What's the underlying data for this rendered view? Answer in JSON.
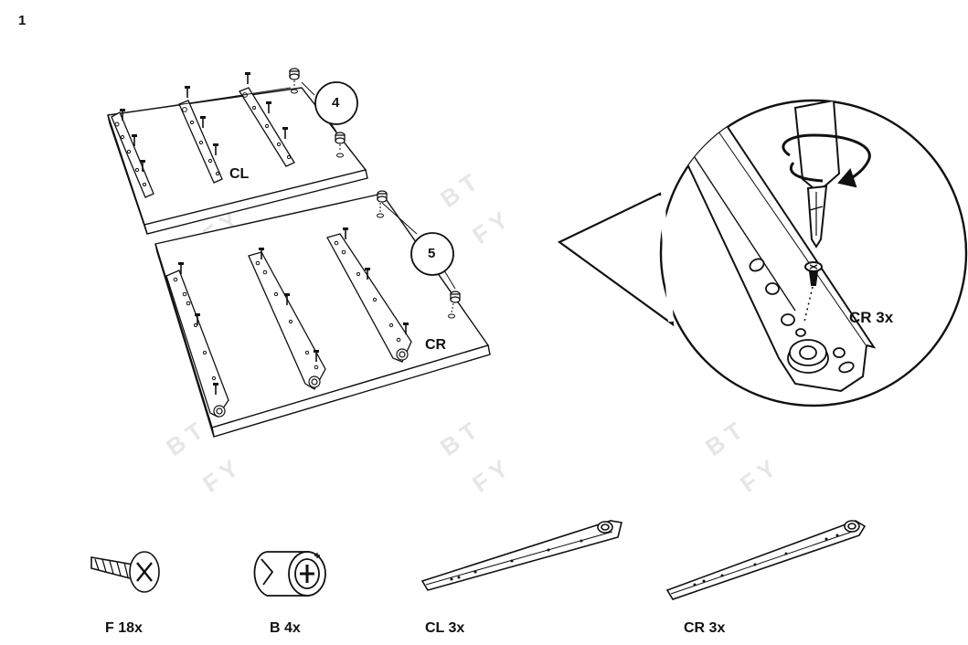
{
  "step_number": "1",
  "labels": {
    "panel_left": "CL",
    "panel_right": "CR",
    "circle_four": "4",
    "circle_five": "5",
    "detail_caption": "CR 3x"
  },
  "watermark": {
    "top": "B T",
    "bottom": "F Y"
  },
  "parts": [
    {
      "icon": "screw-icon",
      "label": "F 18x"
    },
    {
      "icon": "cam-lock-icon",
      "label": "B 4x"
    },
    {
      "icon": "rail-left-icon",
      "label": "CL 3x"
    },
    {
      "icon": "rail-right-icon",
      "label": "CR 3x"
    }
  ],
  "colors": {
    "line": "#111111",
    "watermark": "#e6e6e6",
    "paper": "#ffffff"
  }
}
